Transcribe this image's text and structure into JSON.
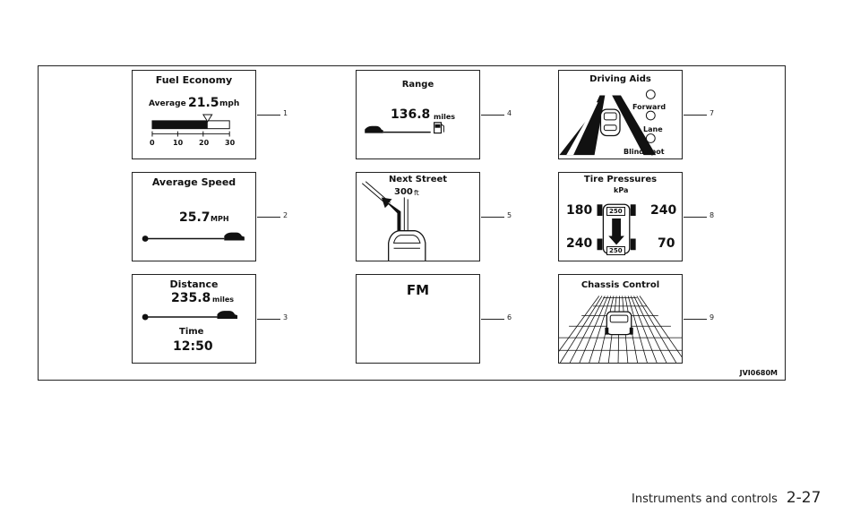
{
  "panels": {
    "fuel_economy": {
      "title": "Fuel Economy",
      "label": "Average",
      "value": "21.5",
      "unit": "mph",
      "scale": [
        "0",
        "10",
        "20",
        "30"
      ],
      "level": 21.5,
      "scale_max": 30
    },
    "average_speed": {
      "title": "Average Speed",
      "value": "25.7",
      "unit": "MPH"
    },
    "distance": {
      "title": "Distance",
      "value": "235.8",
      "unit": "miles",
      "time_label": "Time",
      "time_value": "12:50"
    },
    "range": {
      "title": "Range",
      "value": "136.8",
      "unit": "miles"
    },
    "next_street": {
      "title": "Next Street",
      "value": "300",
      "unit": "ft"
    },
    "fm": {
      "title": "FM"
    },
    "driving_aids": {
      "title": "Driving Aids",
      "items": [
        "Forward",
        "Lane",
        "Blind spot"
      ]
    },
    "tire_pressures": {
      "title": "Tire Pressures",
      "unit": "kPa",
      "front_left": "180",
      "front_right": "240",
      "rear_left": "240",
      "rear_right": "70",
      "front_badge": "250",
      "rear_badge": "250"
    },
    "chassis_control": {
      "title": "Chassis Control"
    }
  },
  "callouts": [
    "1",
    "2",
    "3",
    "4",
    "5",
    "6",
    "7",
    "8",
    "9"
  ],
  "figure_code": "JVI0680M",
  "footer": {
    "section": "Instruments and controls",
    "page": "2-27"
  }
}
